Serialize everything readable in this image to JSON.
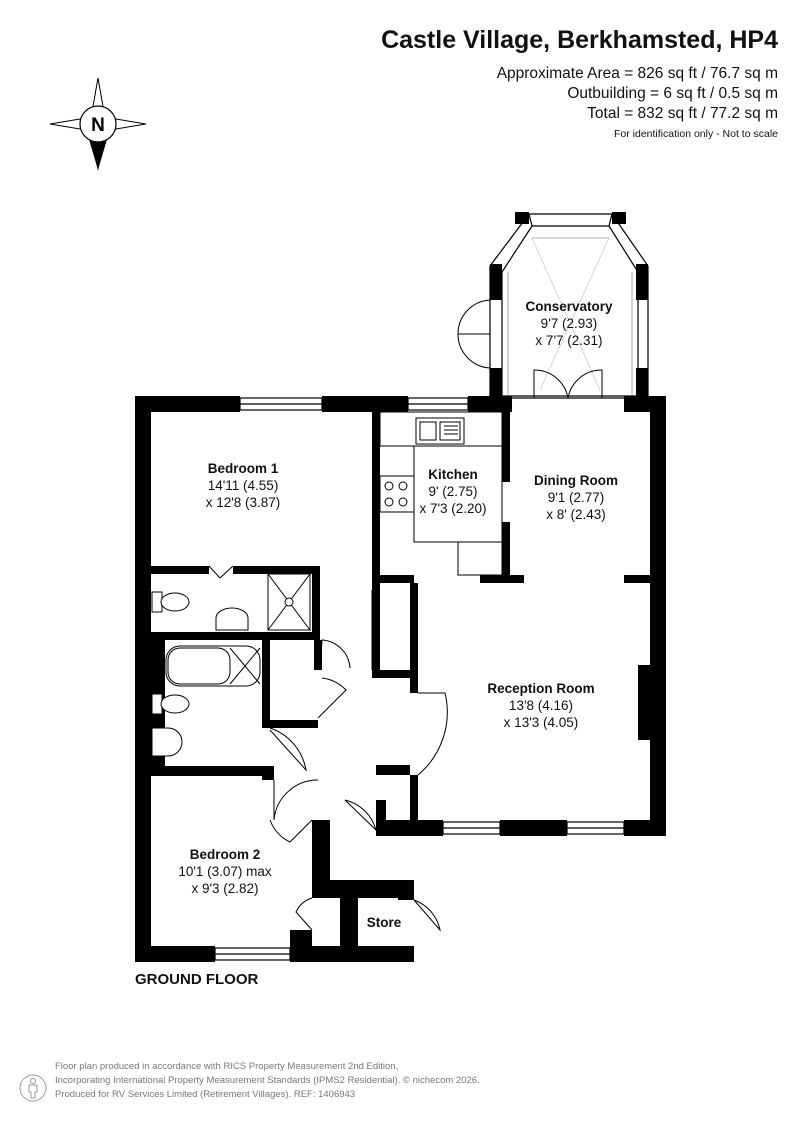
{
  "header": {
    "title": "Castle Village, Berkhamsted, HP4",
    "area_lines": [
      "Approximate Area = 826 sq ft / 76.7 sq m",
      "Outbuilding = 6 sq ft / 0.5 sq m",
      "Total = 832 sq ft / 77.2 sq m"
    ],
    "note": "For identification only - Not to scale"
  },
  "compass": {
    "letter": "N",
    "icon": "compass-rose-icon"
  },
  "rooms": {
    "conservatory": {
      "name": "Conservatory",
      "dim1": "9'7 (2.93)",
      "dim2": "x 7'7 (2.31)"
    },
    "bedroom1": {
      "name": "Bedroom 1",
      "dim1": "14'11 (4.55)",
      "dim2": "x 12'8 (3.87)"
    },
    "kitchen": {
      "name": "Kitchen",
      "dim1": "9' (2.75)",
      "dim2": "x 7'3 (2.20)"
    },
    "dining": {
      "name": "Dining Room",
      "dim1": "9'1 (2.77)",
      "dim2": "x 8' (2.43)"
    },
    "reception": {
      "name": "Reception Room",
      "dim1": "13'8 (4.16)",
      "dim2": "x 13'3 (4.05)"
    },
    "bedroom2": {
      "name": "Bedroom 2",
      "dim1": "10'1 (3.07) max",
      "dim2": "x 9'3 (2.82)"
    },
    "store": {
      "name": "Store"
    }
  },
  "floor_label": "GROUND FLOOR",
  "footer": {
    "lines": [
      "Floor plan produced in accordance with RICS Property Measurement 2nd Edition,",
      "Incorporating International Property Measurement Standards (IPMS2 Residential).  © nichecom 2026.",
      "Produced for RV Services Limited (Retirement Villages).   REF:  1406943"
    ],
    "icon": "person-icon"
  },
  "colors": {
    "wall": "#000000",
    "fixture": "#444444",
    "text": "#111111"
  }
}
